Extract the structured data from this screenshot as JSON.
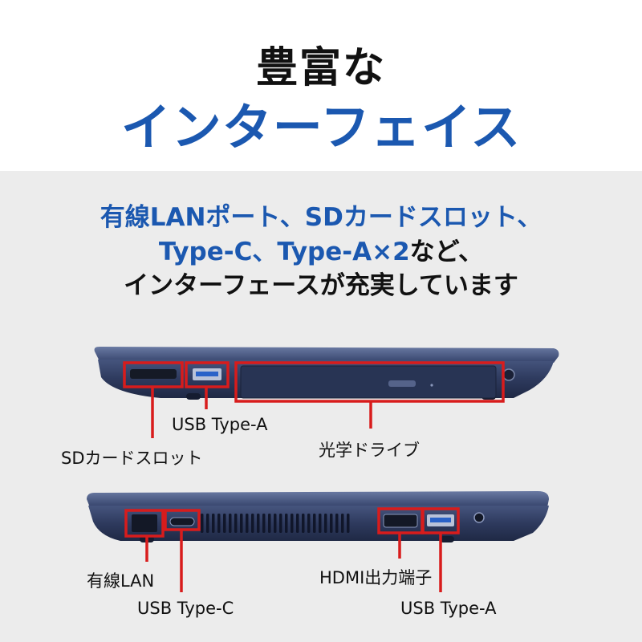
{
  "title": {
    "line1": "豊富な",
    "line2": "インターフェイス"
  },
  "subtitle": {
    "line1": "有線LANポート、SDカードスロット、",
    "line2_blue": "Type-C、Type-A×2",
    "line2_black": "など、",
    "line3": "インターフェースが充実しています"
  },
  "callouts": {
    "sd_slot": "SDカードスロット",
    "usb_a_left": "USB Type-A",
    "optical_drive": "光学ドライブ",
    "lan": "有線LAN",
    "usb_c": "USB Type-C",
    "hdmi": "HDMI出力端子",
    "usb_a_right": "USB Type-A"
  },
  "colors": {
    "accent_blue": "#1b58b0",
    "highlight_red": "#d81c1c",
    "laptop_navy": "#2e3a5e"
  }
}
